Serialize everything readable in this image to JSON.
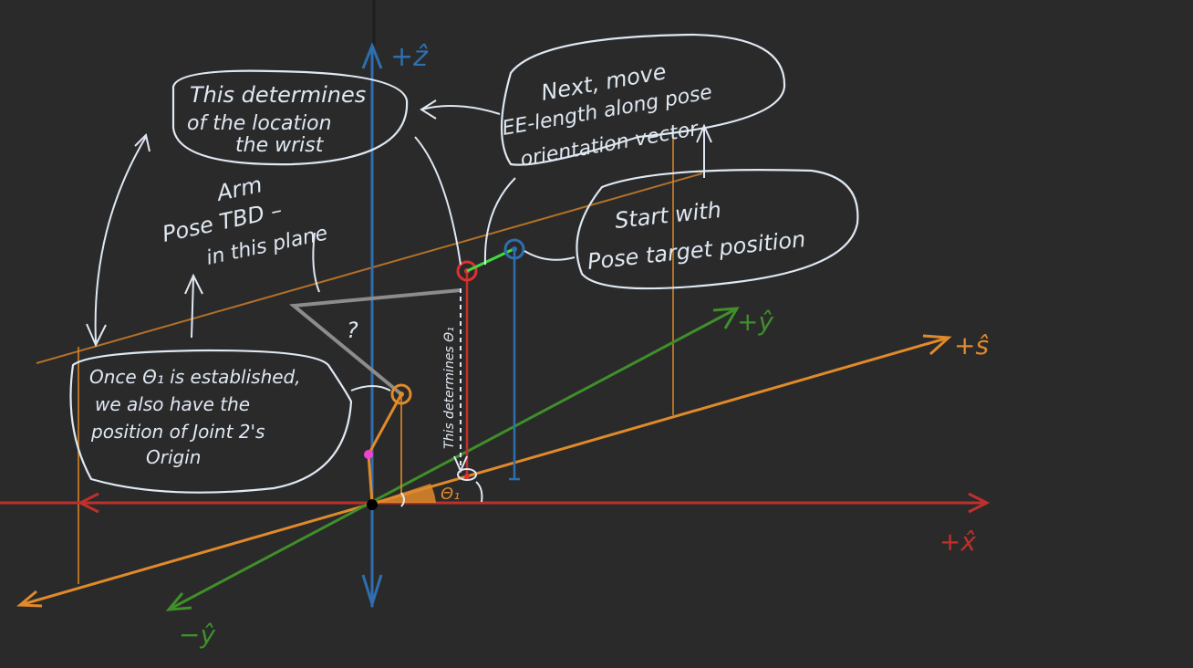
{
  "colors": {
    "background": "#2a2a2a",
    "x_axis": "#c0302a",
    "z_axis": "#2f6fb0",
    "y_axis": "#3f8f2a",
    "s_axis": "#e08a2a",
    "ink": "#dfe8f3",
    "grey_link": "#8c8c8c",
    "joint2": "#ee44cc"
  },
  "axes": {
    "z_label": "+ẑ",
    "x_label": "+x̂",
    "y_pos_label": "+ŷ",
    "y_neg_label": "−ŷ",
    "s_label": "+ŝ"
  },
  "bubbles": {
    "wrist": {
      "lines": [
        "This determines",
        "of the location",
        "the wrist"
      ]
    },
    "next": {
      "lines": [
        "Next, move",
        "EE-length along pose",
        "orientation vector"
      ]
    },
    "start": {
      "lines": [
        "Start with",
        "Pose target position"
      ]
    },
    "once": {
      "lines": [
        "Once Θ₁ is established,",
        "we also have the",
        "position of Joint 2's",
        "Origin"
      ]
    }
  },
  "notes": {
    "arm_plane": [
      "Arm",
      "Pose TBD –",
      "in this plane"
    ],
    "question": "?",
    "theta_determines": "This determines Θ₁",
    "theta_label": "Θ₁"
  }
}
